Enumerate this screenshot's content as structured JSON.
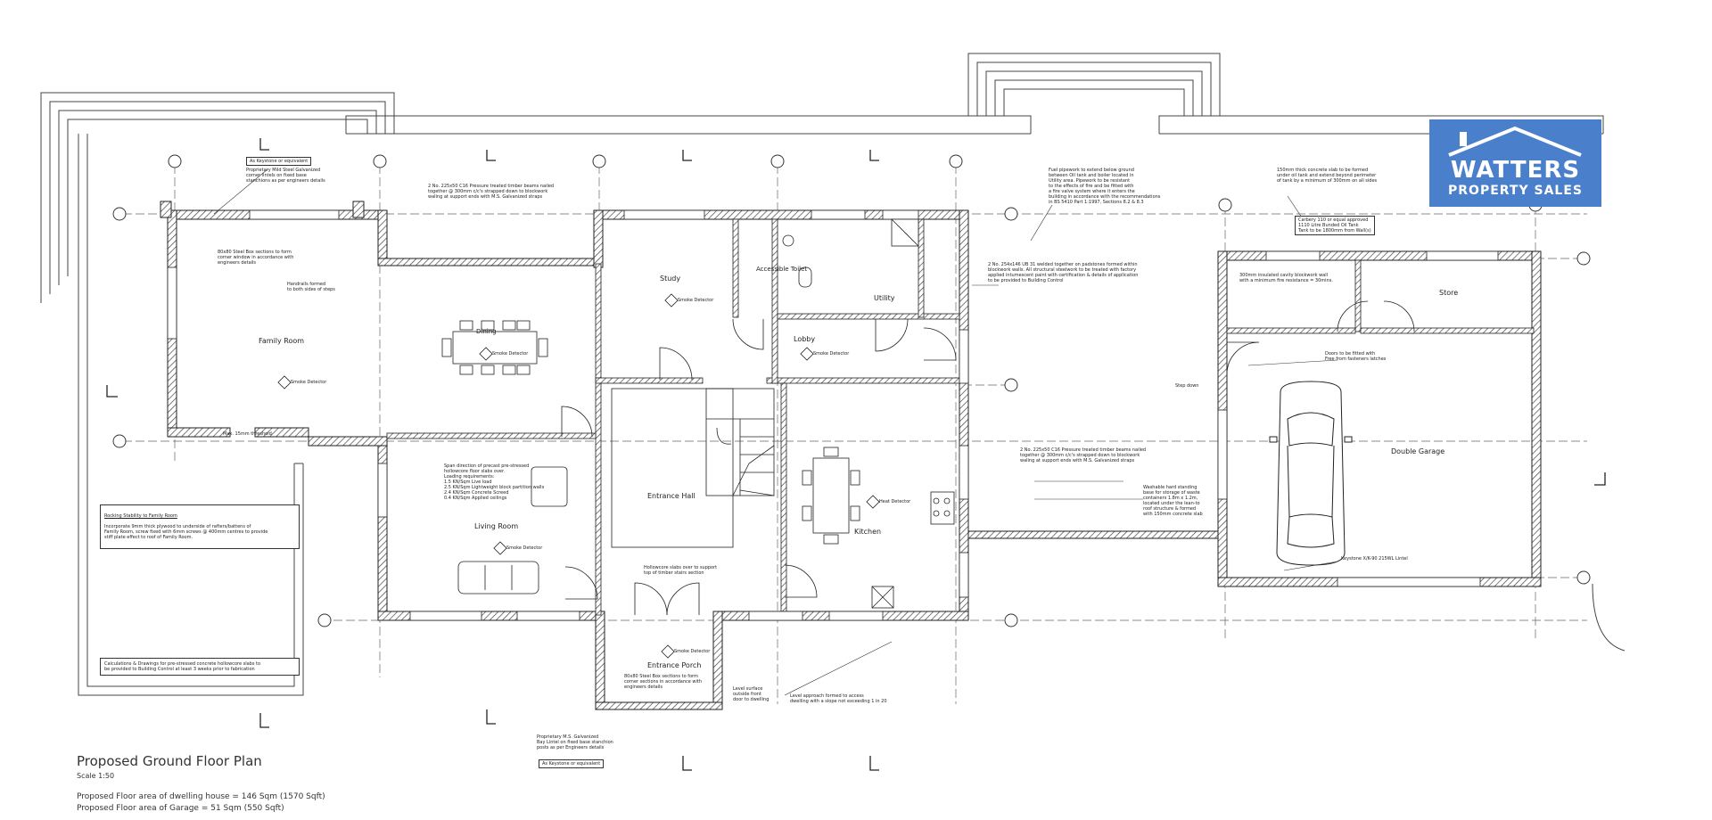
{
  "title": {
    "heading": "Proposed Ground Floor Plan",
    "scale": "Scale 1:50",
    "area_house": "Proposed Floor area of dwelling house = 146 Sqm (1570 Sqft)",
    "area_garage": "Proposed Floor area of Garage = 51 Sqm (550 Sqft)"
  },
  "logo": {
    "brand": "WATTERS",
    "subtitle": "PROPERTY SALES",
    "color": "#4a7fcb"
  },
  "rooms": {
    "family_room": "Family Room",
    "dining": "Dining",
    "study": "Study",
    "accessible_toilet": "Accessible Toilet",
    "utility": "Utility",
    "lobby": "Lobby",
    "living_room": "Living Room",
    "entrance_hall": "Entrance Hall",
    "kitchen": "Kitchen",
    "entrance_porch": "Entrance Porch",
    "store": "Store",
    "double_garage": "Double Garage"
  },
  "notes": {
    "keystone_top": "As Keystone or equivalent",
    "steel_beam": "Proprietary Mild Steel Galvanized\ncorner lintels on fixed base\nstanchions as per engineers details",
    "timber_beams_top": "2 No. 225x50 C16 Pressure treated timber beams nailed\ntogether @ 300mm c/c's strapped down to blockwork\nwaling at support ends with M.S. Galvanized straps",
    "fuel_pipework": "Fuel pipework to extend below ground\nbetween Oil tank and boiler located in\nUtility area. Pipework to be resistant\nto the effects of fire and be fitted with\na fire valve system where it enters the\nbuilding in accordance with the recommendations\nin BS 5410 Part 1:1997, Sections 8.2 & 8.3",
    "concrete_slab": "150mm thick concrete slab to be formed\nunder oil tank and extend beyond perimeter\nof tank by a minimum of 300mm on all sides",
    "oil_tank": "Carbery 110 or equal approved\n1110 Litre Bunded Oil Tank\nTank to be 1800mm from Wall(s)",
    "steel_box": "80x80 Steel Box sections to form\ncorner window in accordance with\nengineers details",
    "handrails": "Handrails formed\nto both sides of steps",
    "smoke_detector": "Smoke Detector",
    "heat_detector": "Heat Detector",
    "ub_beams": "2 No. 254x146 UB 31 welded together on padstones formed within\nblockwork walls. All structural steelwork to be treated with factory\napplied intumescent paint with certification & details of application\nto be provided to Building Control",
    "cavity_wall": "300mm insulated cavity blockwork wall\nwith a minimum fire resistance = 30mins.",
    "doors_fitted": "Doors to be fitted with\nFree from fasteners latches",
    "step_down": "Step down",
    "timber_beams_mid": "2 No. 225x50 C16 Pressure treated timber beams nailed\ntogether @ 300mm c/c's strapped down to blockwork\nwaling at support ends with M.S. Galvanized straps",
    "precast": "Span direction of precast pre-stressed\nhollowcore floor slabs over.\nLoading requirements:\n1.5 KN/Sqm Live load\n2.5 KN/Sqm Lightweight block partition walls\n2.4 KN/Sqm Concrete Screed\n0.4 KN/Sqm Applied ceilings",
    "rocking_title": "Rocking Stability to Family Room",
    "rocking_body": "Incorporate 9mm thick plywood to underside of rafters/battens of\nFamily Room, screw fixed with 6mm screws @ 400mm centres to provide\nstiff plate effect to roof of Family Room.",
    "calculations": "Calculations & Drawings for pre-stressed concrete hollowcore slabs to\nbe provided to Building Control at least 3 weeks prior to fabrication",
    "hollowcore": "Hollowcore slabs over to support\ntop of timber stairs section",
    "hard_standing": "Washable hard standing\nbase for storage of waste\ncontainers 1.8m x 1.2m,\nlocated under the lean-to\nroof structure & formed\nwith 150mm concrete slab",
    "keystone_lintel": "Keystone X/K-90 215WL Lintel",
    "level_approach": "Level approach formed to access\ndwelling with a slope not exceeding 1 in 20",
    "bay_lintel": "Proprietary M.S. Galvanized\nBay Lintel on fixed base stanchion\nposts as per Engineers details",
    "keystone_bottom": "As Keystone or equivalent",
    "steel_box_porch": "80x80 Steel Box sections to form\ncorner sections in accordance with\nengineers details",
    "level_surface": "Level surface\noutside front\ndoor to dwelling",
    "max_threshold": "Max. 15mm threshold"
  }
}
